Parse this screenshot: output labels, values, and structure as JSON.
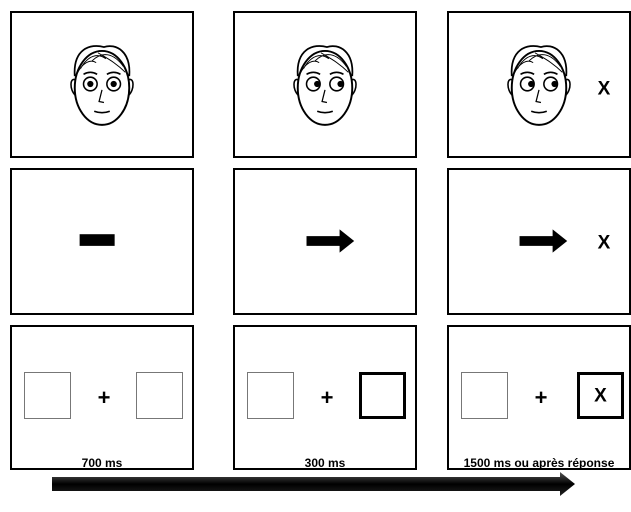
{
  "rows": [
    {
      "name": "gaze-cue",
      "panels": [
        {
          "type": "face",
          "gaze": "center",
          "target": ""
        },
        {
          "type": "face",
          "gaze": "right",
          "target": ""
        },
        {
          "type": "face",
          "gaze": "right",
          "target": "X"
        }
      ]
    },
    {
      "name": "arrow-cue",
      "panels": [
        {
          "type": "bar",
          "target": ""
        },
        {
          "type": "arrow",
          "target": ""
        },
        {
          "type": "arrow",
          "target": "X"
        }
      ]
    },
    {
      "name": "peripheral-cue",
      "panels": [
        {
          "type": "boxes",
          "right_box": "thin",
          "plus": "+",
          "target": ""
        },
        {
          "type": "boxes",
          "right_box": "thick",
          "plus": "+",
          "target": ""
        },
        {
          "type": "boxes",
          "right_box": "thick",
          "plus": "+",
          "target": "X"
        }
      ]
    }
  ],
  "durations": [
    "700 ms",
    "300 ms",
    "1500 ms ou après réponse"
  ],
  "colors": {
    "ink": "#000000",
    "background": "#ffffff",
    "thin_box": "#777777"
  }
}
